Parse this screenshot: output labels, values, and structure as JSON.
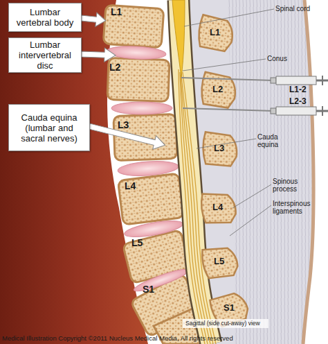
{
  "diagram": {
    "nodes": [
      {
        "text": [
          "Lumbar vertebral body"
        ]
      },
      {
        "text": [
          "Lumbar intervertebral disc"
        ]
      },
      {
        "text": [
          "Cauda equina (lumbar and sacral nerves)"
        ]
      }
    ],
    "labels": [
      "L1",
      "L2",
      "L3",
      "L4",
      "L5",
      "S1",
      "Spinal cord",
      "L1",
      "Conus",
      "L1-2",
      "L2-3",
      "L2",
      "Cauda equina",
      "L3",
      "Spinous process",
      "L4",
      "Interspinous ligaments",
      "L5",
      "S1",
      "Sagittal (side cut-away) view",
      "Medical Illustration Copyright ©2011 Nucleus Medical Media, All rights reserved"
    ]
  }
}
